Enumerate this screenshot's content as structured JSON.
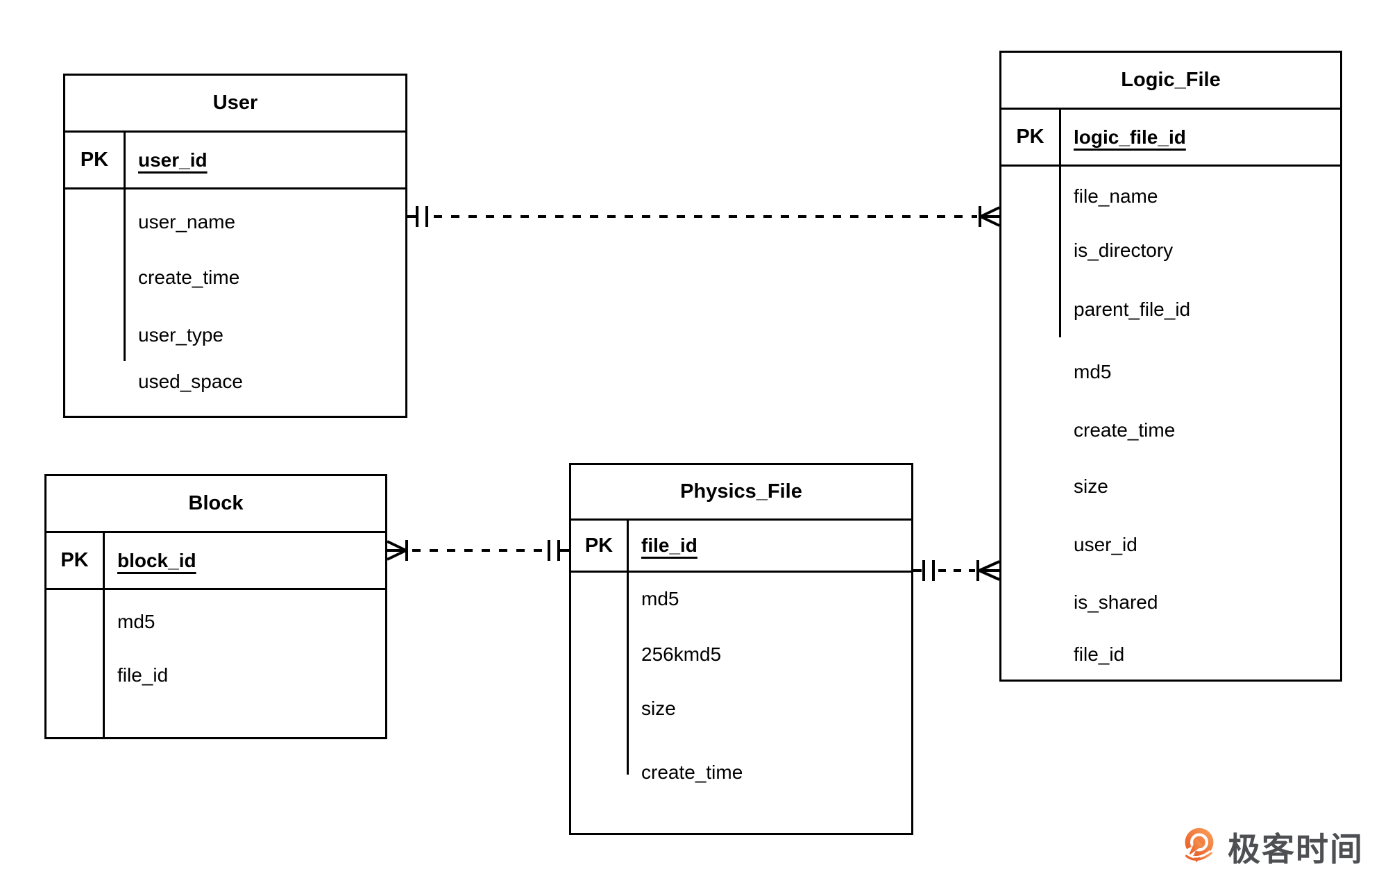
{
  "diagram_type": "entity-relationship",
  "colors": {
    "background": "#ffffff",
    "line": "#000000",
    "text": "#000000",
    "watermark_text": "#4e4f53",
    "watermark_orange_light": "#f9a35f",
    "watermark_orange_dark": "#e8541f"
  },
  "tables": [
    {
      "title": "User",
      "pk_label": "PK",
      "pk_field": "user_id",
      "fields": [
        "user_name",
        "create_time",
        "user_type",
        "used_space"
      ]
    },
    {
      "title": "Logic_File",
      "pk_label": "PK",
      "pk_field": "logic_file_id",
      "fields": [
        "file_name",
        "is_directory",
        "parent_file_id",
        "md5",
        "create_time",
        "size",
        "user_id",
        "is_shared",
        "file_id"
      ]
    },
    {
      "title": "Block",
      "pk_label": "PK",
      "pk_field": "block_id",
      "fields": [
        "md5",
        "file_id"
      ]
    },
    {
      "title": "Physics_File",
      "pk_label": "PK",
      "pk_field": "file_id",
      "fields": [
        "md5",
        "256kmd5",
        "size",
        "create_time"
      ]
    }
  ],
  "relationships": [
    {
      "from": "User",
      "to": "Logic_File",
      "from_cardinality": "one-and-only-one",
      "to_cardinality": "one-or-many",
      "line_style": "dashed"
    },
    {
      "from": "Block",
      "to": "Physics_File",
      "from_cardinality": "one-or-many",
      "to_cardinality": "one-and-only-one",
      "line_style": "dashed"
    },
    {
      "from": "Physics_File",
      "to": "Logic_File",
      "from_cardinality": "one-and-only-one",
      "to_cardinality": "one-or-many",
      "line_style": "dashed"
    }
  ],
  "watermark": {
    "text": "极客时间"
  }
}
